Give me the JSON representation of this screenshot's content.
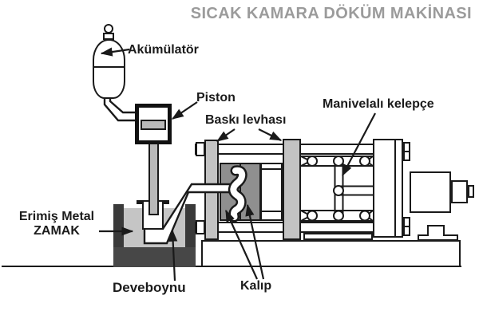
{
  "title": "SICAK KAMARA DÖKÜM MAKİNASI",
  "labels": {
    "accumulator": "Akümülatör",
    "piston": "Piston",
    "pressure_plate": "Baskı levhası",
    "toggle_clamp": "Manivelalı kelepçe",
    "molten_metal_line1": "Erimiş Metal",
    "molten_metal_line2": "ZAMAK",
    "gooseneck": "Deveboynu",
    "mold": "Kalıp"
  },
  "colors": {
    "outline": "#1a1a1a",
    "machine_light_gray": "#c3c3c3",
    "mold_gray": "#8f8f8f",
    "crucible_dark": "#3a3a3a",
    "crucible_bottom": "#474747",
    "molten_metal": "#c5c5c5",
    "title_gray": "#9b9b9b",
    "background": "#ffffff"
  }
}
